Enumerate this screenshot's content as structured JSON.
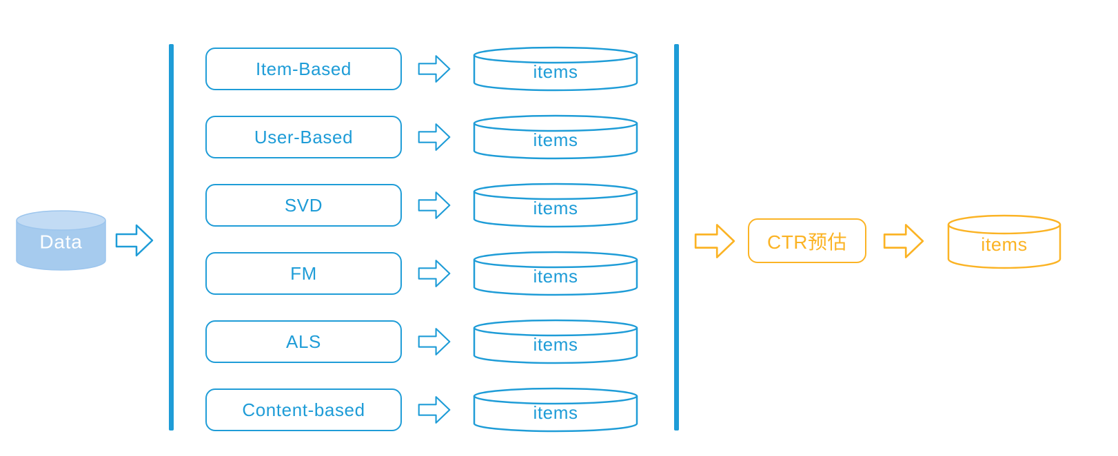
{
  "colors": {
    "blue": "#1E9CD7",
    "orange": "#FBB324",
    "data_cylinder_fill": "#A6CBEE",
    "data_cylinder_top_fill": "#C2DBF4"
  },
  "source": {
    "label": "Data"
  },
  "recall_stage": {
    "rows": [
      {
        "label": "Item-Based",
        "output": "items"
      },
      {
        "label": "User-Based",
        "output": "items"
      },
      {
        "label": "SVD",
        "output": "items"
      },
      {
        "label": "FM",
        "output": "items"
      },
      {
        "label": "ALS",
        "output": "items"
      },
      {
        "label": "Content-based",
        "output": "items"
      }
    ]
  },
  "ranking_stage": {
    "model_label": "CTR预估",
    "output": "items"
  }
}
